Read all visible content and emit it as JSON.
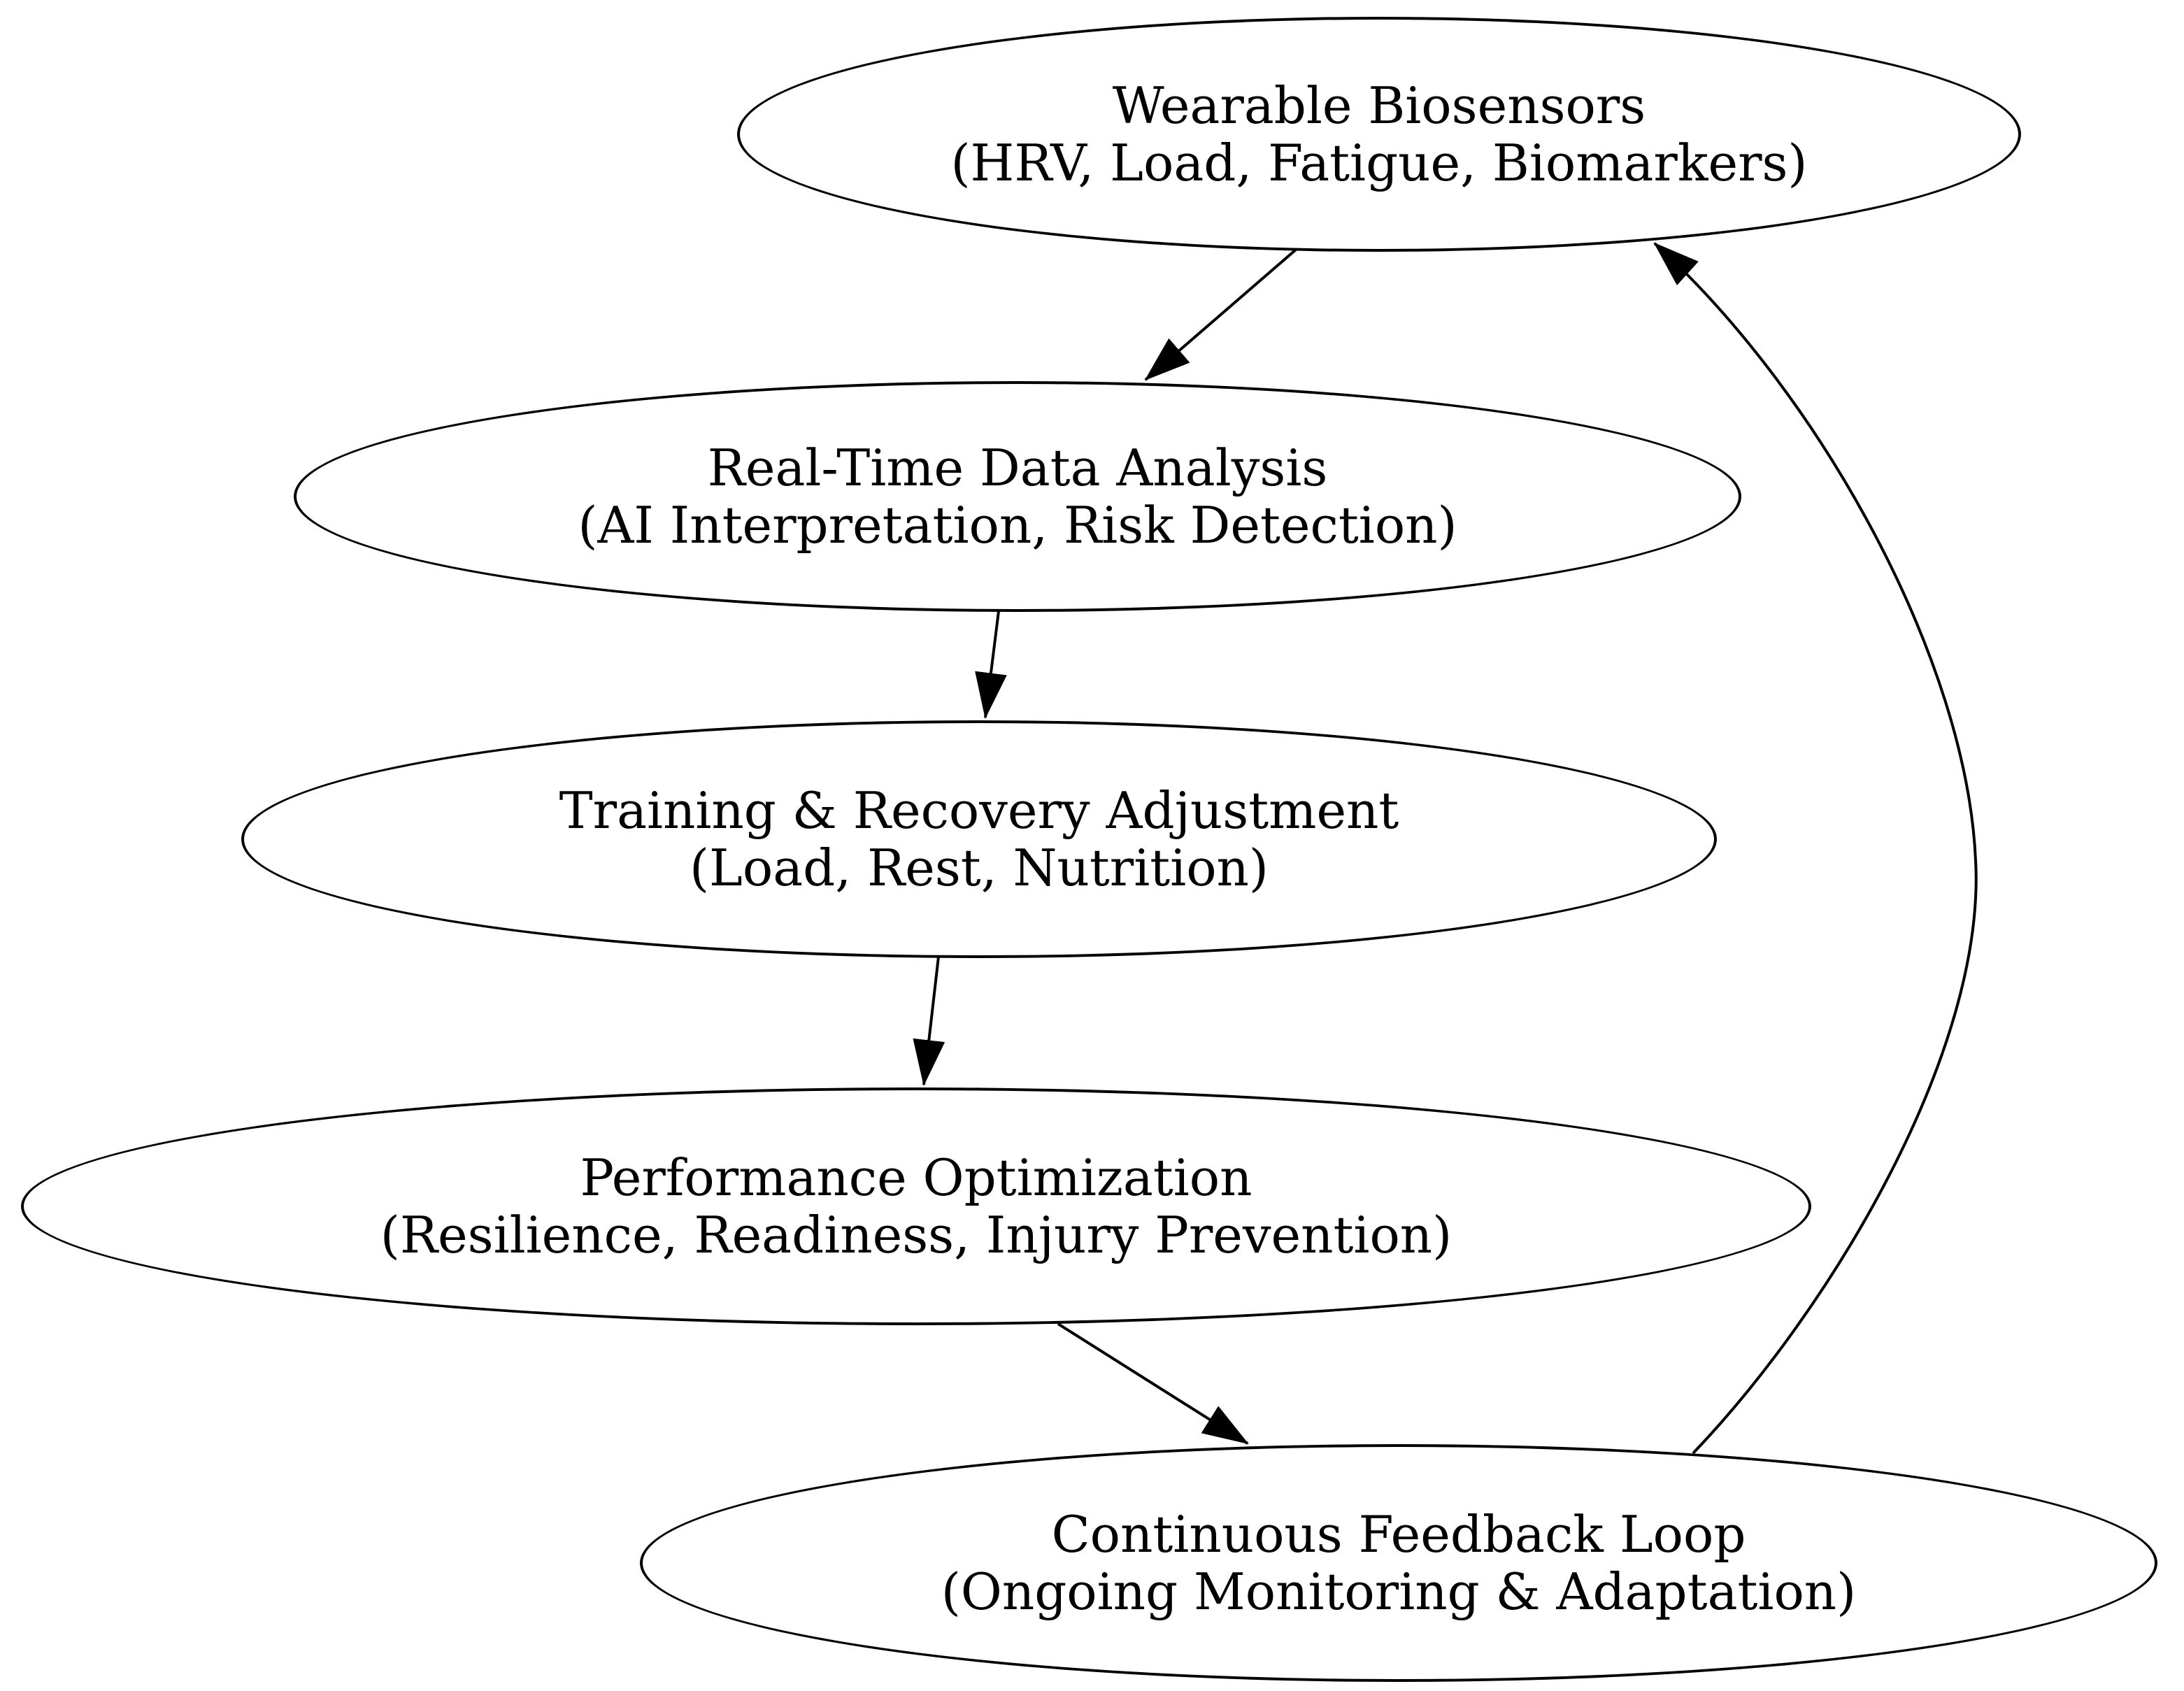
{
  "diagram": {
    "type": "flowchart",
    "background_color": "#ffffff",
    "node_fill_color": "#ffffff",
    "node_stroke_color": "#000000",
    "edge_color": "#000000",
    "text_color": "#000000",
    "nodes": [
      {
        "id": "wearable-biosensors",
        "label": "Wearable Biosensors",
        "sublabel": "(HRV, Load, Fatigue, Biomarkers)"
      },
      {
        "id": "real-time-data-analysis",
        "label": "Real-Time Data Analysis",
        "sublabel": "(AI Interpretation, Risk Detection)"
      },
      {
        "id": "training-recovery-adjustment",
        "label": "Training & Recovery Adjustment",
        "sublabel": "(Load, Rest, Nutrition)"
      },
      {
        "id": "performance-optimization",
        "label": "Performance Optimization",
        "sublabel": "(Resilience, Readiness, Injury Prevention)"
      },
      {
        "id": "continuous-feedback-loop",
        "label": "Continuous Feedback Loop",
        "sublabel": "(Ongoing Monitoring & Adaptation)"
      }
    ],
    "edges": [
      {
        "from": "wearable-biosensors",
        "to": "real-time-data-analysis"
      },
      {
        "from": "real-time-data-analysis",
        "to": "training-recovery-adjustment"
      },
      {
        "from": "training-recovery-adjustment",
        "to": "performance-optimization"
      },
      {
        "from": "performance-optimization",
        "to": "continuous-feedback-loop"
      },
      {
        "from": "continuous-feedback-loop",
        "to": "wearable-biosensors"
      }
    ]
  }
}
